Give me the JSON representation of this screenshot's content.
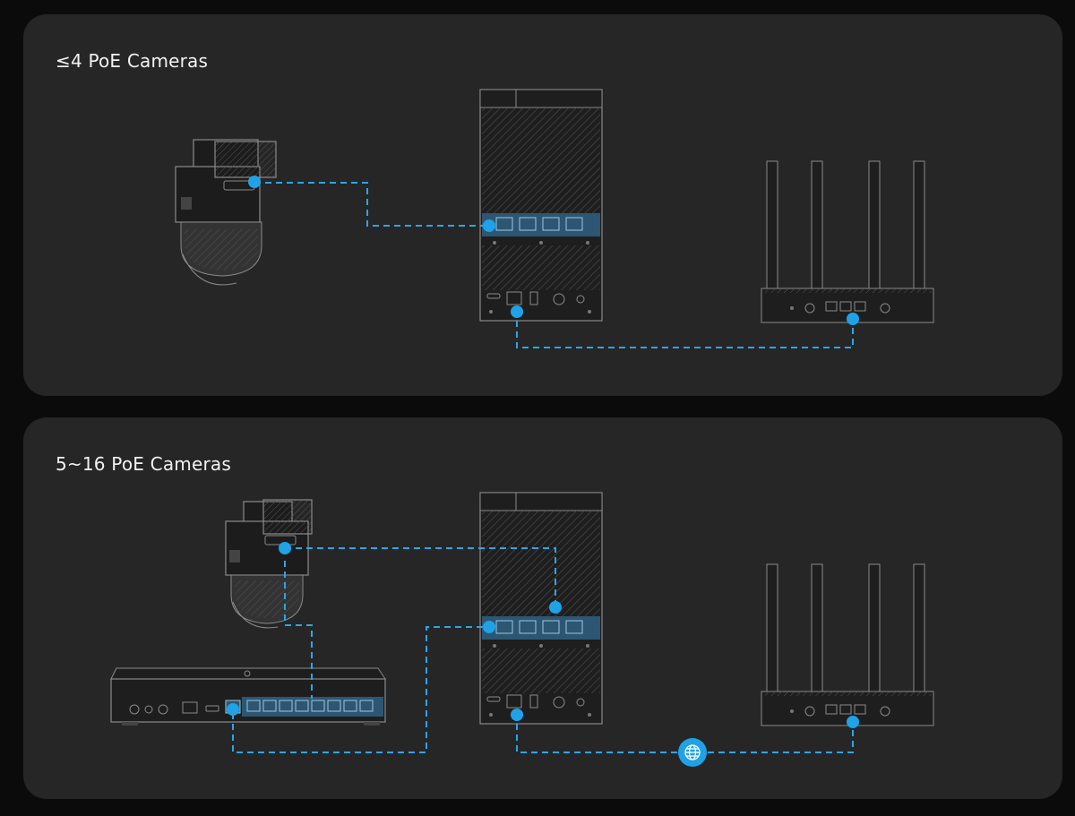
{
  "panels": [
    {
      "title": "≤4 PoE Cameras",
      "devices": [
        "ptz-camera",
        "nvr",
        "router"
      ],
      "connections": [
        {
          "from": "ptz-camera",
          "to": "nvr-poe-port-1"
        },
        {
          "from": "nvr-lan-port",
          "to": "router-lan-port"
        }
      ]
    },
    {
      "title": "5~16 PoE Cameras",
      "devices": [
        "ptz-camera",
        "poe-switch",
        "nvr",
        "router"
      ],
      "connections": [
        {
          "from": "ptz-camera",
          "to": "nvr-poe-port-3"
        },
        {
          "from": "ptz-camera",
          "to": "poe-switch-port"
        },
        {
          "from": "poe-switch-uplink",
          "to": "nvr-poe-port-1"
        },
        {
          "from": "nvr-lan-port",
          "to": "router-lan-port",
          "via": "internet"
        }
      ]
    }
  ],
  "colors": {
    "background": "#0b0b0b",
    "panel": "#262626",
    "line": "#2aa6e6",
    "accent": "#1fa2e8",
    "device_stroke": "#8a8a8a"
  },
  "icons": {
    "internet": "globe-icon"
  }
}
